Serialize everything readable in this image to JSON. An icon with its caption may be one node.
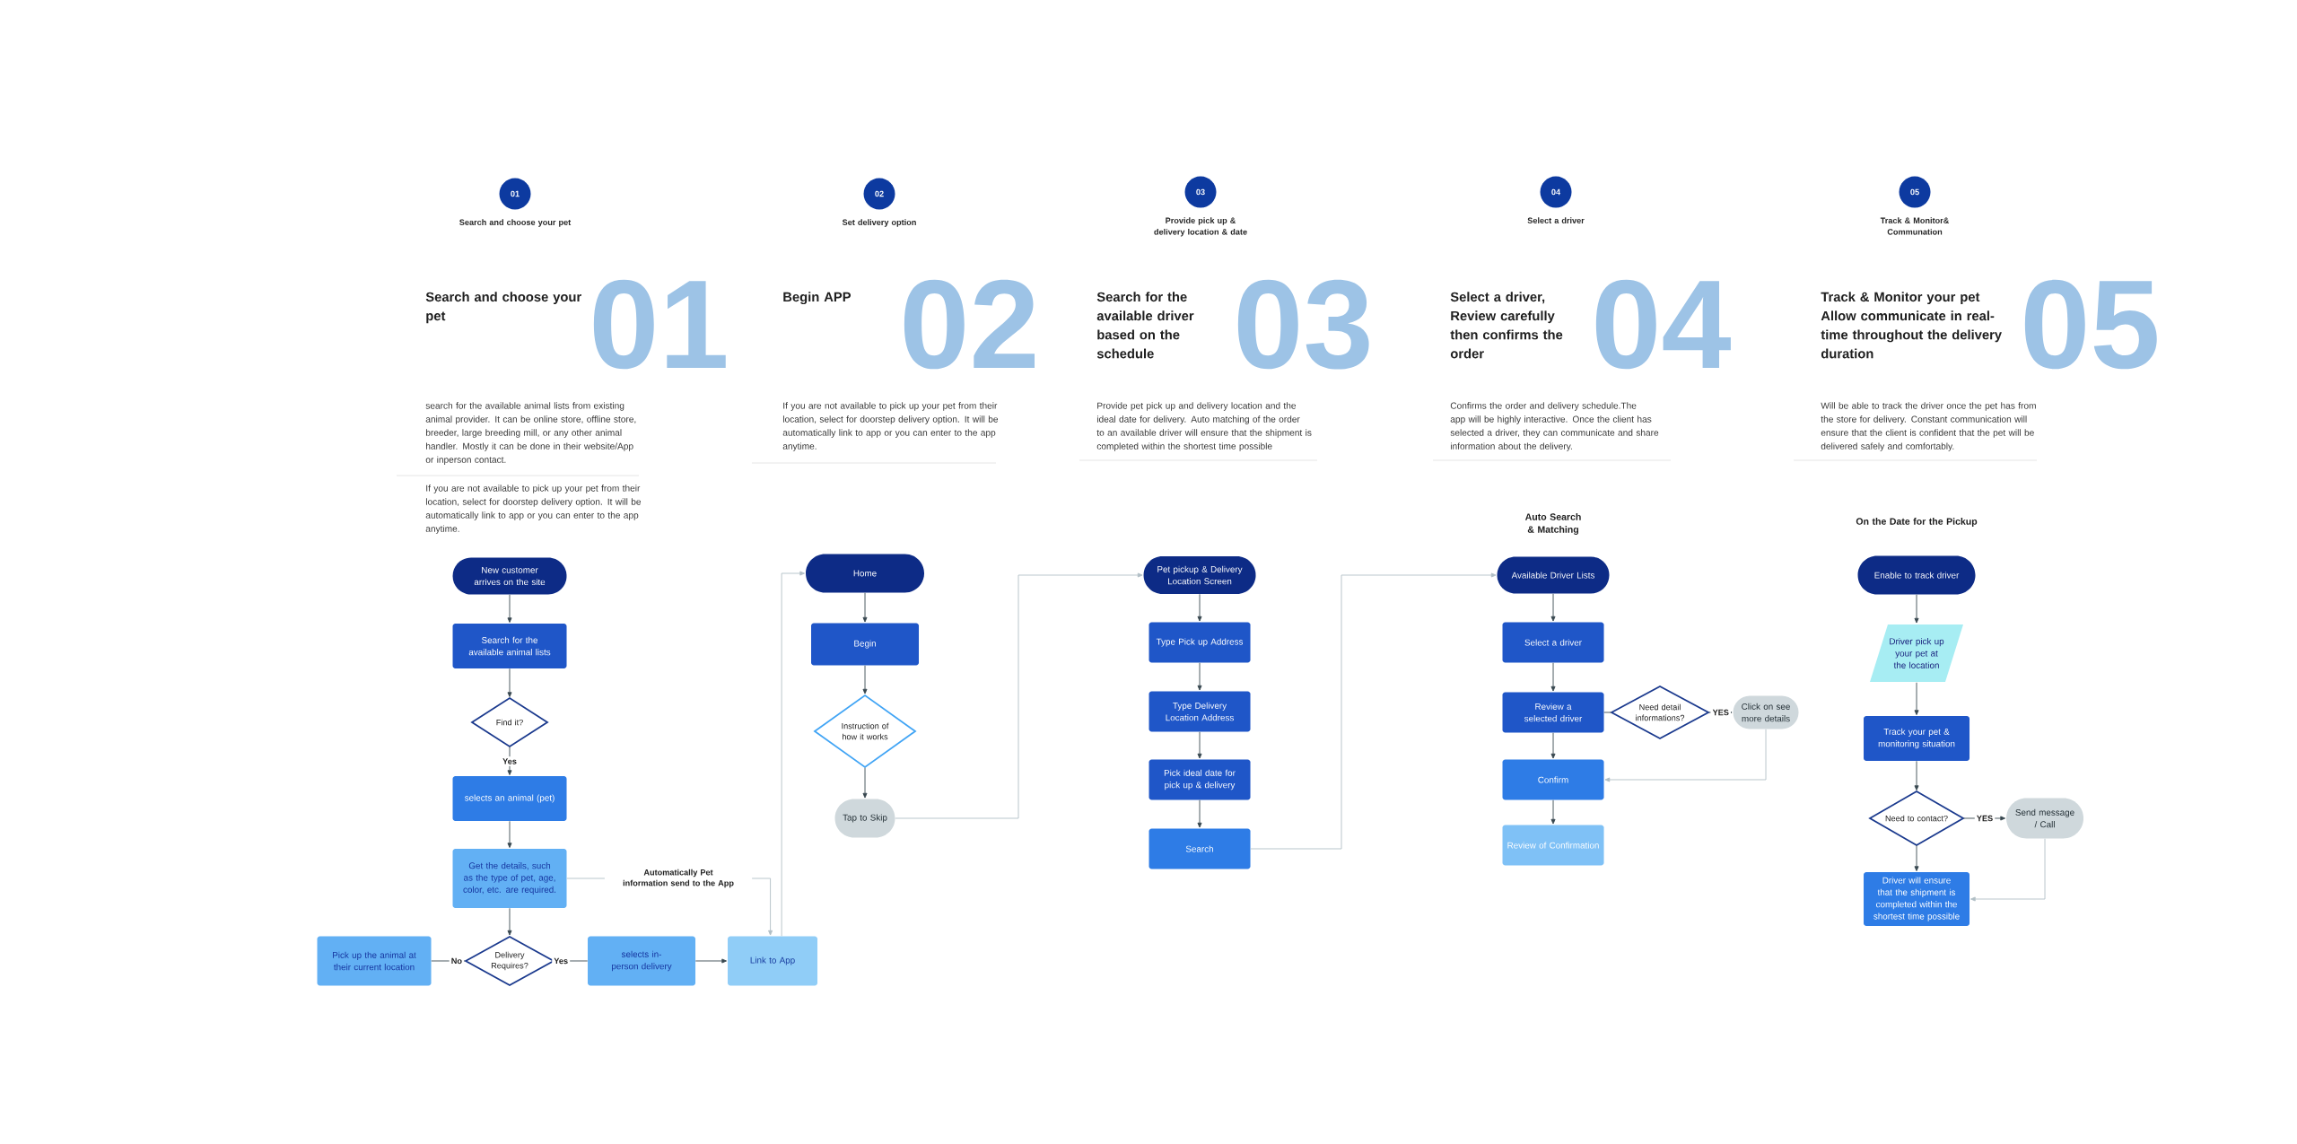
{
  "diagram": {
    "nodes": [
      {
        "text": [
          "01"
        ],
        "beside": [
          "Search and choose your pet"
        ]
      },
      {
        "text": [
          "02"
        ],
        "beside": [
          "Set delivery option"
        ]
      },
      {
        "text": [
          "03"
        ],
        "beside": [
          "Provide pick up & delivery location & date"
        ]
      },
      {
        "text": [
          "04"
        ],
        "beside": [
          "Select a driver"
        ]
      },
      {
        "text": [
          "05"
        ],
        "beside": [
          "Track & Monitor& Communation"
        ]
      },
      {
        "text": [
          "New customer arrives on the site"
        ]
      },
      {
        "text": [
          "Search for the available animal lists"
        ]
      },
      {
        "text": [
          "Find it?"
        ]
      },
      {
        "text": [
          "selects an animal (pet)"
        ]
      },
      {
        "text": [
          "Get the details, such as the type of pet, age, color, etc. are required."
        ]
      },
      {
        "text": [
          "Delivery Requires?"
        ]
      },
      {
        "text": [
          "Pick up the animal at their current location"
        ]
      },
      {
        "text": [
          "selects in-person delivery"
        ]
      },
      {
        "text": [
          "Link to App"
        ]
      },
      {
        "text": [
          "Home"
        ]
      },
      {
        "text": [
          "Begin"
        ]
      },
      {
        "text": [
          "Instruction of how it works"
        ]
      },
      {
        "text": [
          "Tap to Skip"
        ]
      },
      {
        "text": [
          "Pet pickup & Delivery Location Screen"
        ]
      },
      {
        "text": [
          "Type Pick up Address"
        ]
      },
      {
        "text": [
          "Type Delivery Location Address"
        ]
      },
      {
        "text": [
          "Pick ideal date for pick up & delivery"
        ]
      },
      {
        "text": [
          "Search"
        ]
      },
      {
        "text": [
          "Available Driver Lists"
        ]
      },
      {
        "text": [
          "Select a driver"
        ]
      },
      {
        "text": [
          "Review a selected driver"
        ]
      },
      {
        "text": [
          "Need detail informations?"
        ]
      },
      {
        "text": [
          "Click on see more details"
        ]
      },
      {
        "text": [
          "Confirm"
        ]
      },
      {
        "text": [
          "Review of Confirmation"
        ]
      },
      {
        "text": [
          "Enable to track driver"
        ]
      },
      {
        "text": [
          "Driver pick up your pet at the location"
        ]
      },
      {
        "text": [
          "Track your pet & monitoring situation"
        ]
      },
      {
        "text": [
          "Need to contact?"
        ]
      },
      {
        "text": [
          "Send message / Call"
        ]
      },
      {
        "text": [
          "Driver will ensure that the shipment is completed within the shortest time possible"
        ]
      }
    ],
    "edges": [
      {
        "from": 5,
        "to": 6,
        "arrow": "to"
      },
      {
        "from": 6,
        "to": 7,
        "arrow": "to"
      },
      {
        "from": 7,
        "to": 8,
        "arrow": "to",
        "label": "Yes"
      },
      {
        "from": 8,
        "to": 9,
        "arrow": "to"
      },
      {
        "from": 9,
        "to": 10,
        "arrow": "to"
      },
      {
        "from": 10,
        "to": 11,
        "arrow": "none",
        "label": "No"
      },
      {
        "from": 10,
        "to": 12,
        "arrow": "none",
        "label": "Yes"
      },
      {
        "from": 12,
        "to": 13,
        "arrow": "to"
      },
      {
        "from": 9,
        "to": 13,
        "arrow": "to",
        "label": "Automatically Pet information send to the App",
        "color": "#b0bec5"
      },
      {
        "from": 13,
        "to": 14,
        "arrow": "to",
        "color": "#b0bec5"
      },
      {
        "from": 14,
        "to": 15,
        "arrow": "to"
      },
      {
        "from": 15,
        "to": 16,
        "arrow": "to"
      },
      {
        "from": 16,
        "to": 17,
        "arrow": "to"
      },
      {
        "from": 17,
        "to": 18,
        "arrow": "to",
        "color": "#b0bec5"
      },
      {
        "from": 18,
        "to": 19,
        "arrow": "to"
      },
      {
        "from": 19,
        "to": 20,
        "arrow": "to"
      },
      {
        "from": 20,
        "to": 21,
        "arrow": "to"
      },
      {
        "from": 21,
        "to": 22,
        "arrow": "to"
      },
      {
        "from": 22,
        "to": 23,
        "arrow": "to",
        "color": "#b0bec5"
      },
      {
        "from": 23,
        "to": 24,
        "arrow": "to"
      },
      {
        "from": 24,
        "to": 25,
        "arrow": "to"
      },
      {
        "from": 25,
        "to": 26,
        "arrow": "none"
      },
      {
        "from": 26,
        "to": 27,
        "arrow": "to",
        "label": "YES"
      },
      {
        "from": 27,
        "to": 28,
        "arrow": "to",
        "color": "#b0bec5"
      },
      {
        "from": 25,
        "to": 28,
        "arrow": "to"
      },
      {
        "from": 28,
        "to": 29,
        "arrow": "to"
      },
      {
        "from": 30,
        "to": 31,
        "arrow": "to"
      },
      {
        "from": 31,
        "to": 32,
        "arrow": "to"
      },
      {
        "from": 32,
        "to": 33,
        "arrow": "to"
      },
      {
        "from": 33,
        "to": 34,
        "arrow": "to",
        "label": "YES"
      },
      {
        "from": 33,
        "to": 35,
        "arrow": "to"
      },
      {
        "from": 34,
        "to": 35,
        "arrow": "to",
        "color": "#b0bec5"
      }
    ],
    "labels": [
      "Search and choose your pet",
      "01",
      "search for the available animal lists from existing animal provider. It can be online store, offline store, breeder, large breeding mill, or any other animal handler. Mostly it can be done in their website/App or inperson contact.",
      "If you are not available to pick up your pet from their location, select for doorstep delivery option. It will be automatically link to app or you can enter to the app anytime.",
      "Begin APP",
      "02",
      "If you are not available to pick up your pet from their location, select for doorstep delivery option. It will be automatically link to app or you can enter to the app anytime.",
      "Search for the available driver based on the schedule",
      "03",
      "Provide pet pick up and delivery location and the ideal date for delivery. Auto matching of the order to an available driver will ensure that the shipment is completed within the shortest time possible",
      "Select a driver, Review carefully then confirms the order",
      "04",
      "Confirms the order and delivery schedule.The app will be highly interactive. Once the client has selected a driver, they can communicate and share information about the delivery.",
      "Track & Monitor your pet Allow communicate in real-time throughout the delivery duration",
      "05",
      "Will be able to track the driver once the pet has from the store for delivery. Constant communication will ensure that the client is confident that the pet will be delivered safely and comfortably.",
      "Auto Search & Matching",
      "On the Date for the Pickup"
    ]
  }
}
